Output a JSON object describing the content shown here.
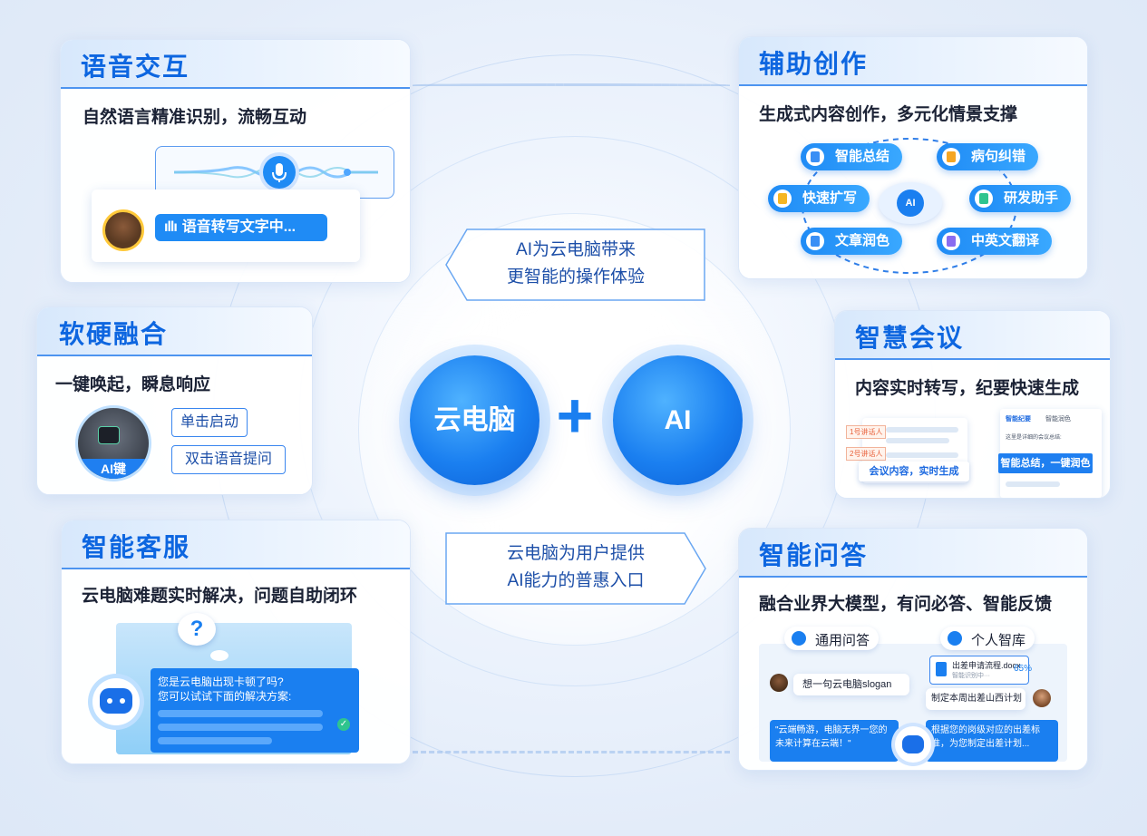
{
  "voice": {
    "title": "语音交互",
    "subtitle": "自然语言精准识别，流畅互动",
    "transcribe_label": "语音转写文字中..."
  },
  "creation": {
    "title": "辅助创作",
    "subtitle": "生成式内容创作，多元化情景支撑",
    "features": [
      "智能总结",
      "病句纠错",
      "快速扩写",
      "研发助手",
      "文章润色",
      "中英文翻译"
    ]
  },
  "hardware": {
    "title": "软硬融合",
    "subtitle": "一键唤起，瞬息响应",
    "key_label": "AI键",
    "single_click": "单击启动",
    "double_click": "双击语音提问"
  },
  "meeting": {
    "title": "智慧会议",
    "subtitle": "内容实时转写，纪要快速生成",
    "speaker1": "1号讲话人",
    "speaker2": "2号讲话人",
    "live_label": "会议内容，实时生成",
    "tab1": "智能纪要",
    "tab2": "智能润色",
    "summary_hint": "这里是详细的会议总结:",
    "summary_button": "智能总结，一键润色"
  },
  "service": {
    "title": "智能客服",
    "subtitle": "云电脑难题实时解决，问题自助闭环",
    "question_mark": "?",
    "chat_line1": "您是云电脑出现卡顿了吗?",
    "chat_line2": "您可以试试下面的解决方案:"
  },
  "qa": {
    "title": "智能问答",
    "subtitle": "融合业界大模型，有问必答、智能反馈",
    "tab_general": "通用问答",
    "tab_personal": "个人智库",
    "user_msg1": "想一句云电脑slogan",
    "answer1": "\"云端畅游，电脑无界一您的未来计算在云端！\"",
    "file_name": "出差申请流程.docx",
    "file_status": "智能识别中···",
    "file_progress": "65%",
    "user_msg2": "制定本周出差山西计划",
    "answer2": "根据您的岗级对应的出差标准，为您制定出差计划..."
  },
  "center": {
    "cloud_label": "云电脑",
    "plus": "+",
    "ai_label": "AI",
    "slogan_top_line1": "AI为云电脑带来",
    "slogan_top_line2": "更智能的操作体验",
    "slogan_bottom_line1": "云电脑为用户提供",
    "slogan_bottom_line2": "AI能力的普惠入口"
  },
  "colors": {
    "accent": "#0d66e0",
    "pill": "#1f8bf5",
    "center_gradient": "#1a7ff0",
    "background": "#e3ecf9"
  }
}
